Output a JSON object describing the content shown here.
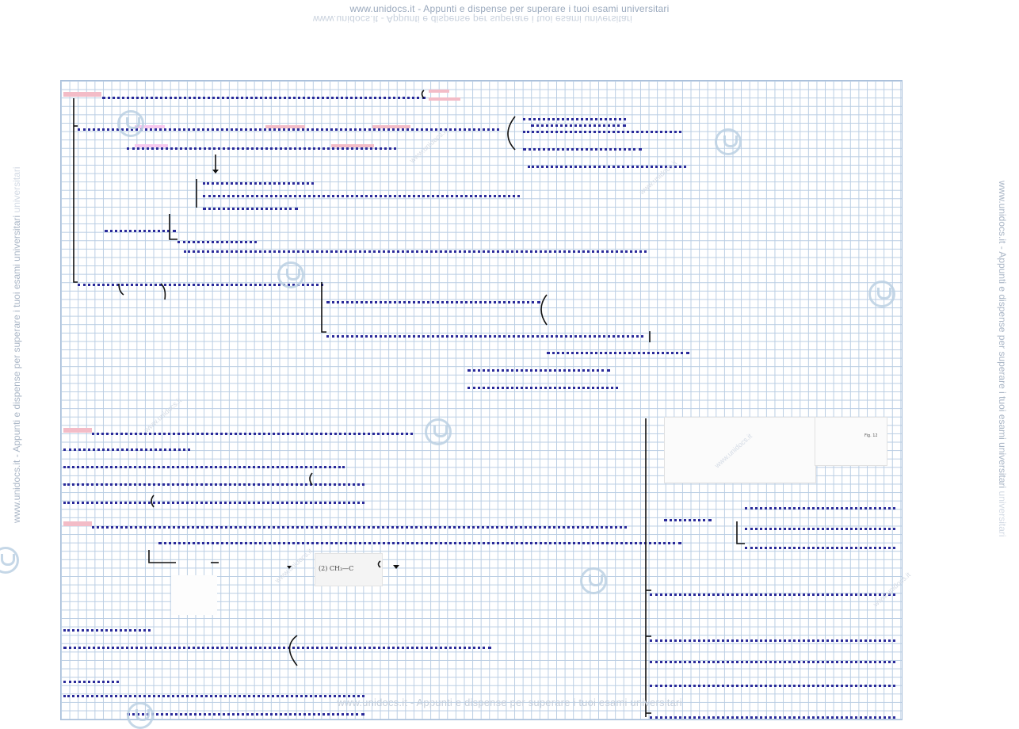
{
  "watermark": {
    "top_text": "www.unidocs.it - Appunti e dispense per superare i tuoi esami universitari",
    "top_mirror_text": "www.unidocs.it - Appunti e dispense per superare i tuoi esami universitari",
    "bottom_text": "www.unidocs.it - Appunti e dispense per superare i tuoi esami universitari",
    "side_left_text": "www.unidocs.it - Appunti e dispense per superare i tuoi esami universitari",
    "side_left_extra": "universitari",
    "side_right_text": "www.unidocs.it - Appunti e dispense per superare i tuoi esami universitari",
    "side_right_extra": "universitari",
    "diag_texts": [
      "www.unidocs.it",
      "www.unidocs.it",
      "www.unidocs.it",
      "www.unidocs.it",
      "www.unidocs.it",
      "www.unidocs.it"
    ]
  },
  "colors": {
    "grid_line": "#b9cde3",
    "ink_blue": "#1a1a8a",
    "highlight_red": "#f3bcc7",
    "highlight_pink": "#f7c9ef",
    "highlight_purple": "#d9c4f3",
    "highlight_blue": "#bfe2fb",
    "highlight_yellow": "#fff29a",
    "watermark": "#9aa9bd"
  },
  "figures": {
    "formula_left": "(2) CH₃—C",
    "figure_fig_label": "Fig. 12"
  },
  "icons": {
    "logo": "unidocs-logo-icon"
  }
}
